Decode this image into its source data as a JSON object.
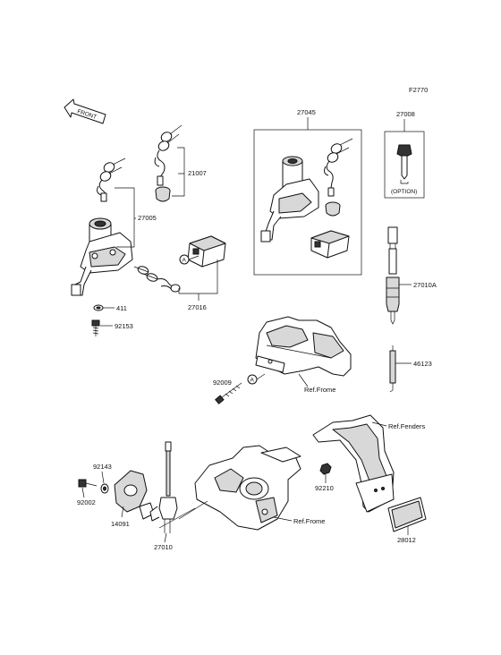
{
  "diagram": {
    "figure_code": "F2770",
    "front_label": "FRONT",
    "callout_letter": "A",
    "option_label": "(OPTION)",
    "parts": {
      "p27045": "27045",
      "p27008": "27008",
      "p21007": "21007",
      "p27005": "27005",
      "p27016": "27016",
      "p411": "411",
      "p92153": "92153",
      "p27010A": "27010A",
      "p46123": "46123",
      "p92009": "92009",
      "p92143": "92143",
      "p92002": "92002",
      "p14091": "14091",
      "p27010": "27010",
      "p92210": "92210",
      "p28012": "28012"
    },
    "references": {
      "frame_upper": "Ref.Frome",
      "frame_lower": "Ref.Frome",
      "fenders": "Ref.Fenders"
    }
  }
}
